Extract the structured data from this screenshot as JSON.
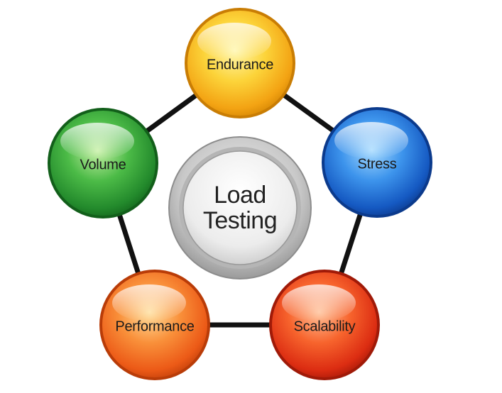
{
  "center": {
    "line1": "Load",
    "line2": "Testing"
  },
  "nodes": [
    {
      "id": "endurance",
      "label": "Endurance",
      "color": "#f7b31a"
    },
    {
      "id": "stress",
      "label": "Stress",
      "color": "#1f6fd0"
    },
    {
      "id": "scalability",
      "label": "Scalability",
      "color": "#e8431c"
    },
    {
      "id": "performance",
      "label": "Performance",
      "color": "#f06b1e"
    },
    {
      "id": "volume",
      "label": "Volume",
      "color": "#2f9b35"
    }
  ],
  "connector_color": "#111111"
}
